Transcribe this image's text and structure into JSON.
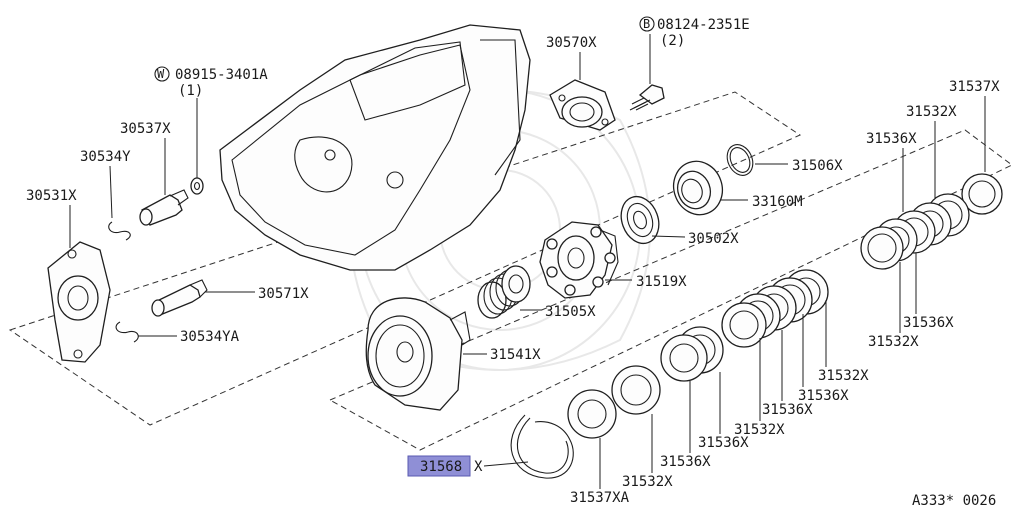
{
  "labels": {
    "p30570": "30570X",
    "bolt_code": "08124-2351E",
    "bolt_qty": "(2)",
    "bolt_prefix": "B",
    "washer_code": "08915-3401A",
    "washer_qty": "(1)",
    "washer_prefix": "W",
    "p30537_top": "30537X",
    "p30534y": "30534Y",
    "p30531": "30531X",
    "p30571": "30571X",
    "p30534ya": "30534YA",
    "p31506": "31506X",
    "p33160": "33160M",
    "p30502": "30502X",
    "p31519": "31519X",
    "p31505": "31505X",
    "p31541": "31541X",
    "p31537_right": "31537X",
    "p31532_r1": "31532X",
    "p31536_r1": "31536X",
    "p31536_r2": "31536X",
    "p31532_r2": "31532X",
    "p31532_mid": "31532X",
    "p31536_mid1": "31536X",
    "p31536_mid2": "31536X",
    "p31532_mid2": "31532X",
    "p31536_low1": "31536X",
    "p31536_low2": "31536X",
    "p31532_low": "31532X",
    "p31537a": "31537XA",
    "p31568_num": "31568",
    "p31568_suffix": "X",
    "ref": "A333* 0026"
  },
  "colors": {
    "highlight": "#8f8fd6",
    "line": "#1f1f1f"
  }
}
